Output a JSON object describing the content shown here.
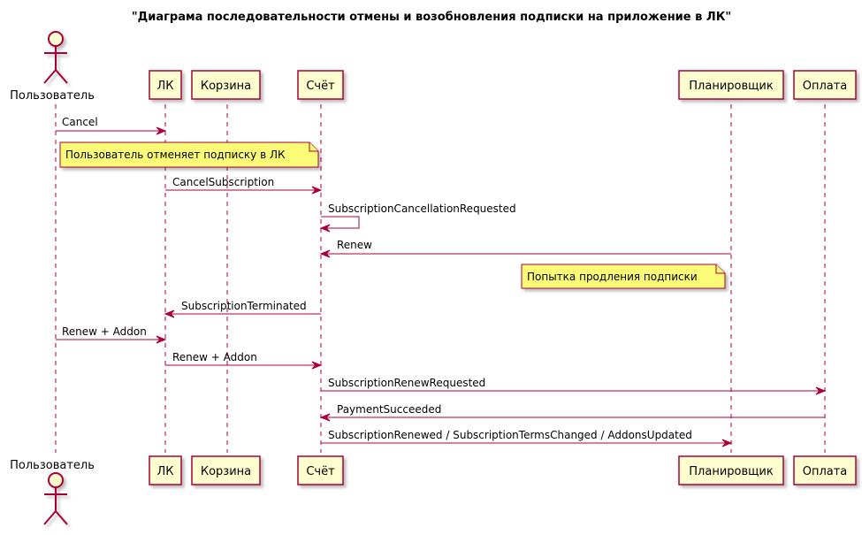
{
  "title": "\"Диаграма последовательности отмены и возобновления подписки на приложение в ЛК\"",
  "participants": {
    "user": "Пользователь",
    "lk": "ЛК",
    "cart": "Корзина",
    "invoice": "Счёт",
    "scheduler": "Планировщик",
    "payment": "Оплата"
  },
  "messages": [
    "Cancel",
    "CancelSubscription",
    "SubscriptionCancellationRequested",
    "Renew",
    "SubscriptionTerminated",
    "Renew + Addon",
    "Renew + Addon",
    "SubscriptionRenewRequested",
    "PaymentSucceeded",
    "SubscriptionRenewed / SubscriptionTermsChanged / AddonsUpdated"
  ],
  "notes": [
    "Пользователь отменяет подписку в ЛК",
    "Попытка продления подписки"
  ],
  "colors": {
    "border": "#A80036",
    "participant_fill": "#FEFECE",
    "note_fill": "#FBFB77"
  }
}
